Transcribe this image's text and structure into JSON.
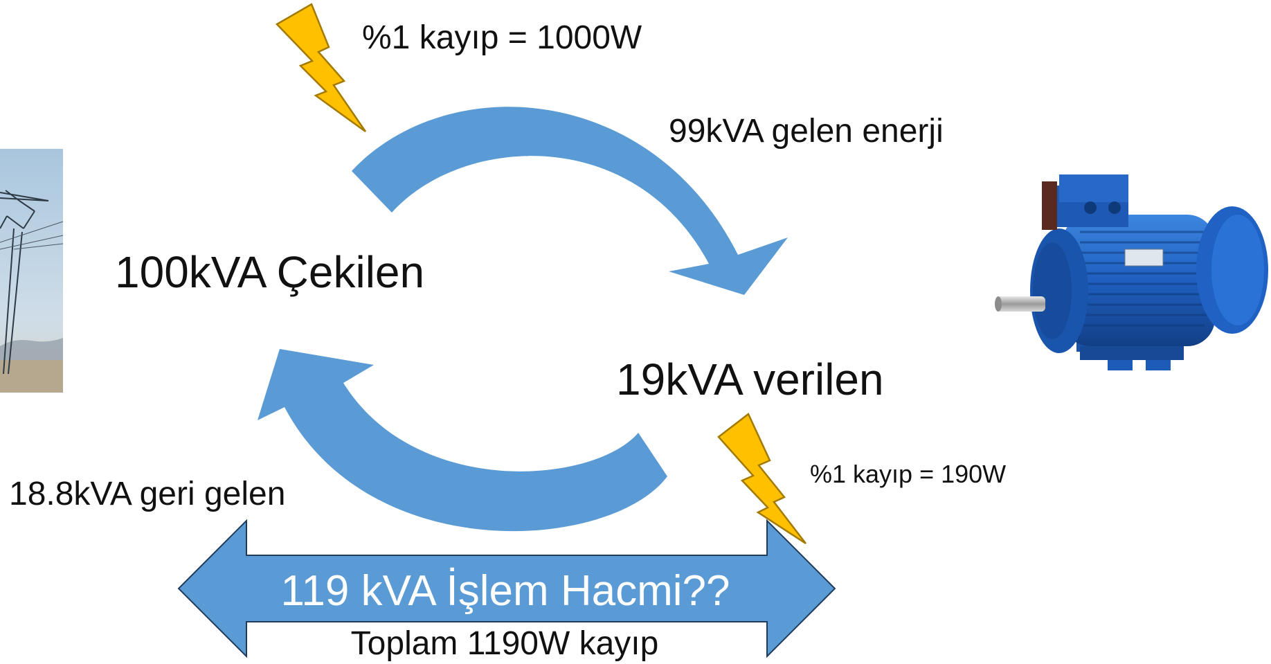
{
  "labels": {
    "loss_top": "%1 kayıp = 1000W",
    "incoming_energy": "99kVA gelen enerji",
    "drawn": "100kVA Çekilen",
    "delivered": "19kVA verilen",
    "loss_bottom": "%1 kayıp = 190W",
    "returned": "18.8kVA geri gelen",
    "volume": "119 kVA İşlem Hacmi??",
    "total_loss": "Toplam 1190W kayıp"
  },
  "icons": {
    "transmission_tower": "transmission-tower-photo",
    "electric_motor": "electric-motor-photo",
    "lightning_top": "lightning-bolt",
    "lightning_bottom": "lightning-bolt"
  },
  "colors": {
    "arrow": "#5b9bd5",
    "bolt_fill": "#ffc000",
    "bolt_stroke": "#a37a00",
    "motor_blue": "#1f5fbf",
    "text": "#111111",
    "volume_text": "#ffffff"
  }
}
